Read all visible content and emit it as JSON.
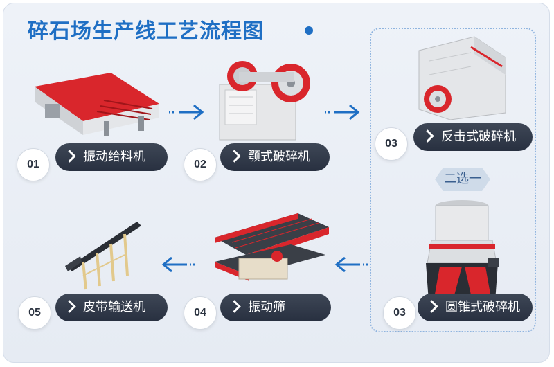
{
  "title": "碎石场生产线工艺流程图",
  "choice_label": "二选一",
  "steps": [
    {
      "num": "01",
      "label": "振动给料机",
      "icon": "vibrating-feeder-icon"
    },
    {
      "num": "02",
      "label": "颚式破碎机",
      "icon": "jaw-crusher-icon"
    },
    {
      "num": "03",
      "label": "反击式破碎机",
      "icon": "impact-crusher-icon"
    },
    {
      "num": "03",
      "label": "圆锥式破碎机",
      "icon": "cone-crusher-icon"
    },
    {
      "num": "04",
      "label": "振动筛",
      "icon": "vibrating-screen-icon"
    },
    {
      "num": "05",
      "label": "皮带输送机",
      "icon": "belt-conveyor-icon"
    }
  ],
  "colors": {
    "title": "#1f6fc4",
    "label_bg": "#2f3747",
    "machine_red": "#d9262c",
    "machine_gray": "#d8dadd",
    "arrow": "#1f6fc4"
  }
}
